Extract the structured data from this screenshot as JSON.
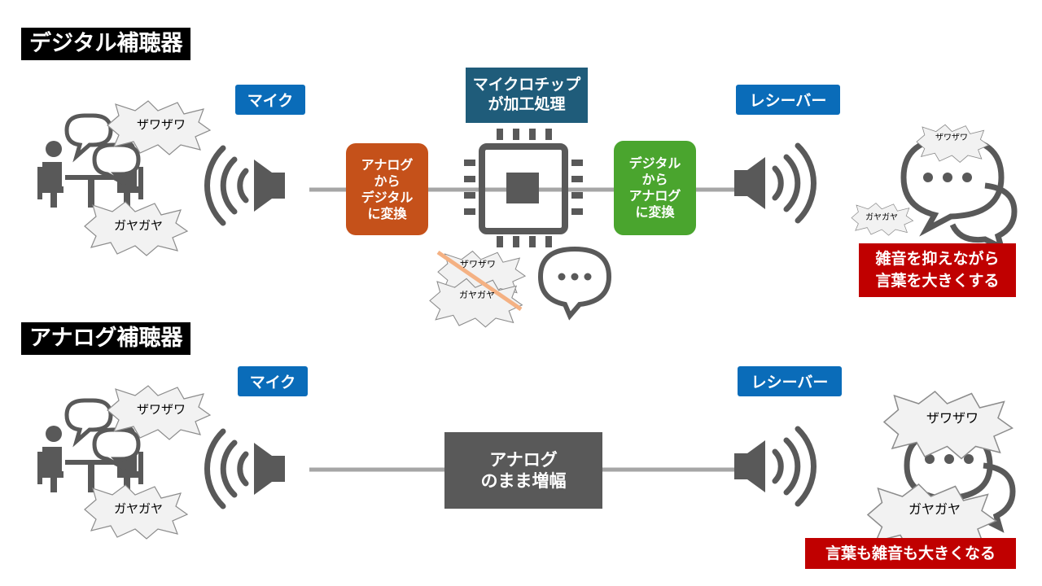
{
  "digital": {
    "title": "デジタル補聴器",
    "mic_label": "マイク",
    "chip_label": "マイクロチップ\nが加工処理",
    "receiver_label": "レシーバー",
    "a2d_box": "アナログ\nから\nデジタル\nに変換",
    "d2a_box": "デジタル\nから\nアナログ\nに変換",
    "noise_left_top": "ザワザワ",
    "noise_left_bottom": "ガヤガヤ",
    "noise_chip_top": "ザワザワ",
    "noise_chip_bottom": "ガヤガヤ",
    "noise_right_top": "ザワザワ",
    "noise_right_bottom": "ガヤガヤ",
    "result": "雑音を抑えながら\n言葉を大きくする"
  },
  "analog": {
    "title": "アナログ補聴器",
    "mic_label": "マイク",
    "receiver_label": "レシーバー",
    "amp_box": "アナログ\nのまま増幅",
    "noise_left_top": "ザワザワ",
    "noise_left_bottom": "ガヤガヤ",
    "noise_right_top": "ザワザワ",
    "noise_right_bottom": "ガヤガヤ",
    "result": "言葉も雑音も大きくなる"
  },
  "colors": {
    "title_bg": "#000000",
    "label_blue": "#0a6cb9",
    "chip_label_bg": "#1f5c7a",
    "a2d_orange": "#c5511a",
    "d2a_green": "#4aa52e",
    "amp_gray": "#595959",
    "result_red": "#c00000",
    "icon_gray": "#595959",
    "strike_pink": "#f4b183"
  }
}
